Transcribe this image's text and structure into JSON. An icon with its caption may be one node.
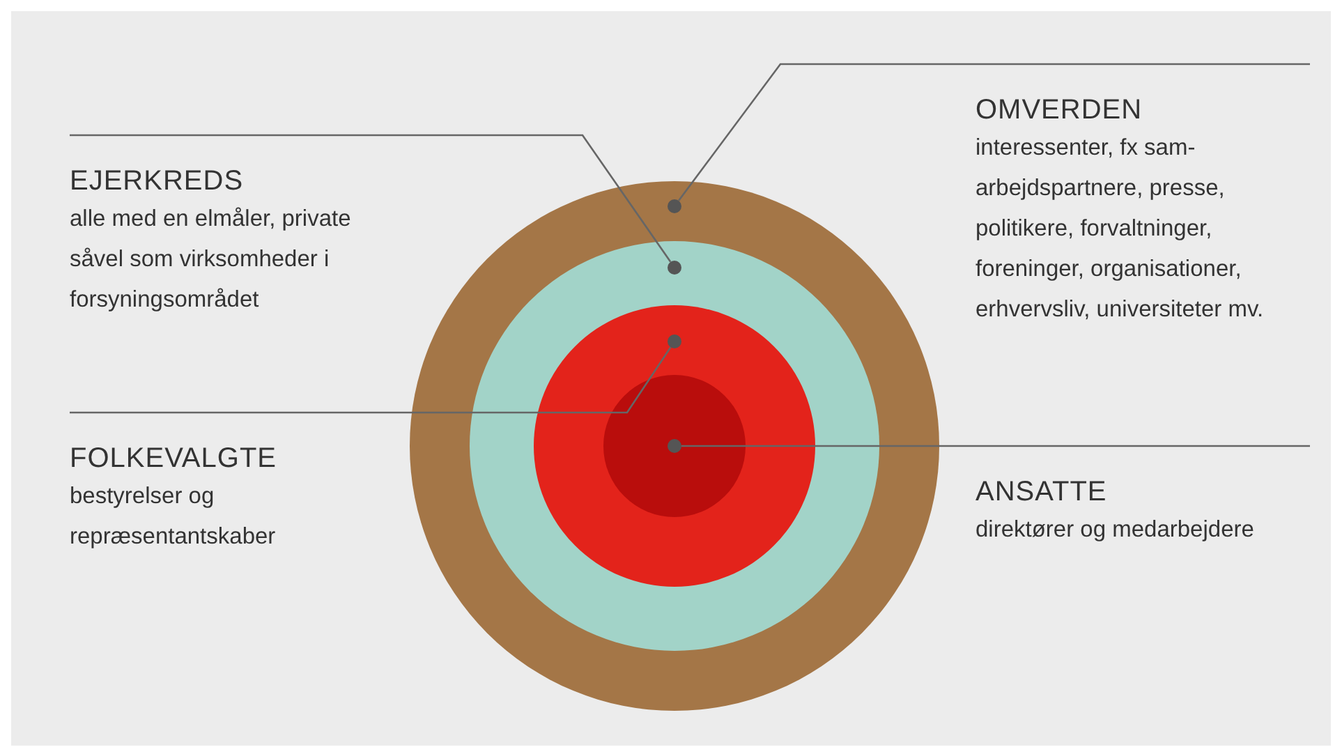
{
  "diagram": {
    "nodes": [
      {
        "text": [
          "OMVERDEN",
          "interessenter, fx sam- arbejdspartnere, presse, politikere, forvaltninger, foreninger, organisationer, erhvervsliv, universiteter mv."
        ]
      },
      {
        "text": [
          "EJERKREDS",
          "alle med en elmåler, private såvel som virksomheder i forsyningsområdet"
        ]
      },
      {
        "text": [
          "FOLKEVALGTE",
          "bestyrelser og repræsentantskaber"
        ]
      },
      {
        "text": [
          "ANSATTE",
          "direktører og medarbejdere"
        ]
      },
      {
        "text": [],
        "shape": "circle"
      },
      {
        "text": [],
        "shape": "circle"
      },
      {
        "text": [],
        "shape": "circle"
      },
      {
        "text": [],
        "shape": "circle"
      }
    ],
    "edges": [
      {
        "from": 0,
        "to": 4,
        "arrow": "none"
      },
      {
        "from": 1,
        "to": 5,
        "arrow": "none"
      },
      {
        "from": 2,
        "to": 6,
        "arrow": "none"
      },
      {
        "from": 3,
        "to": 7,
        "arrow": "none"
      }
    ]
  }
}
